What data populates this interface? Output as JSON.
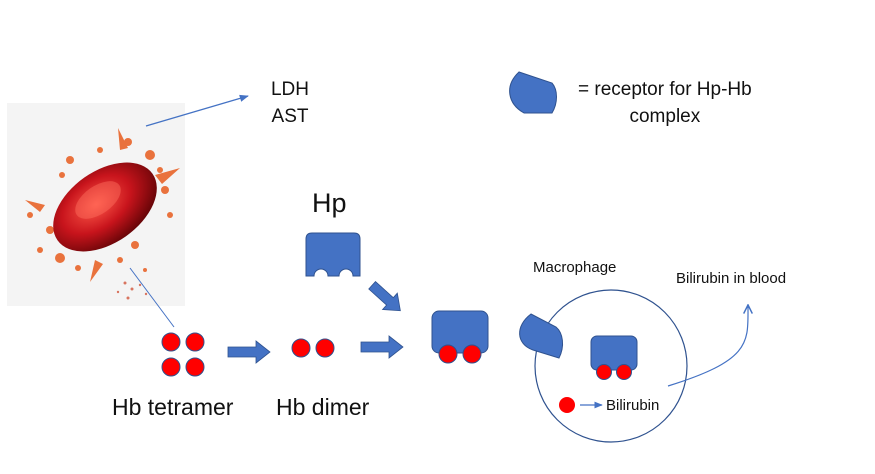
{
  "labels": {
    "enzymes": [
      "LDH",
      "AST"
    ],
    "legend_line1": "=  receptor for Hp-Hb",
    "legend_line2": "complex",
    "hp": "Hp",
    "hb_tetramer": "Hb tetramer",
    "hb_dimer": "Hb dimer",
    "macrophage": "Macrophage",
    "bilirubin_in_blood": "Bilirubin in blood",
    "bilirubin": "Bilirubin"
  },
  "colors": {
    "protein_blue": "#4472c4",
    "heme_red": "#ff0000",
    "outline_blue": "#2f528f",
    "arrow_blue": "#4472c4",
    "cell_red": "#c8141c",
    "splash_orange": "#e8642a"
  },
  "icons": {
    "red_blood_cell": "lysing-red-blood-cell-image",
    "receptor": "receptor-shape",
    "haptoglobin": "haptoglobin-shape"
  }
}
